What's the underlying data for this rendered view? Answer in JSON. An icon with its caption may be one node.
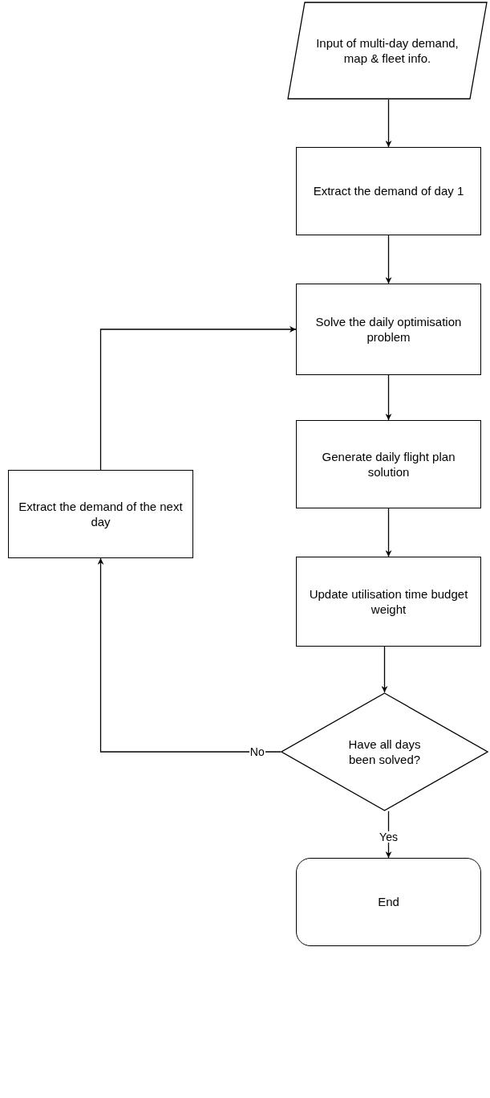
{
  "diagram": {
    "nodes": [
      {
        "text": [
          "Input of multi-day demand, map & fleet info."
        ]
      },
      {
        "text": [
          "Extract the demand of day 1"
        ]
      },
      {
        "text": [
          "Solve the daily optimisation problem"
        ]
      },
      {
        "text": [
          "Generate daily flight plan solution"
        ]
      },
      {
        "text": [
          "Update utilisation time budget weight"
        ]
      },
      {
        "text": [
          "Have all days been solved?"
        ]
      },
      {
        "text": [
          "End"
        ]
      },
      {
        "text": [
          "Extract the demand of the next day"
        ]
      }
    ],
    "edges": [
      {
        "from": 0,
        "to": 1,
        "arrow": "to"
      },
      {
        "from": 1,
        "to": 2,
        "arrow": "to"
      },
      {
        "from": 2,
        "to": 3,
        "arrow": "to"
      },
      {
        "from": 3,
        "to": 4,
        "arrow": "to"
      },
      {
        "from": 4,
        "to": 5,
        "arrow": "to"
      },
      {
        "from": 5,
        "to": 6,
        "arrow": "to",
        "label": "Yes"
      },
      {
        "from": 5,
        "to": 7,
        "arrow": "to",
        "label": "No"
      },
      {
        "from": 7,
        "to": 2,
        "arrow": "to"
      }
    ]
  }
}
